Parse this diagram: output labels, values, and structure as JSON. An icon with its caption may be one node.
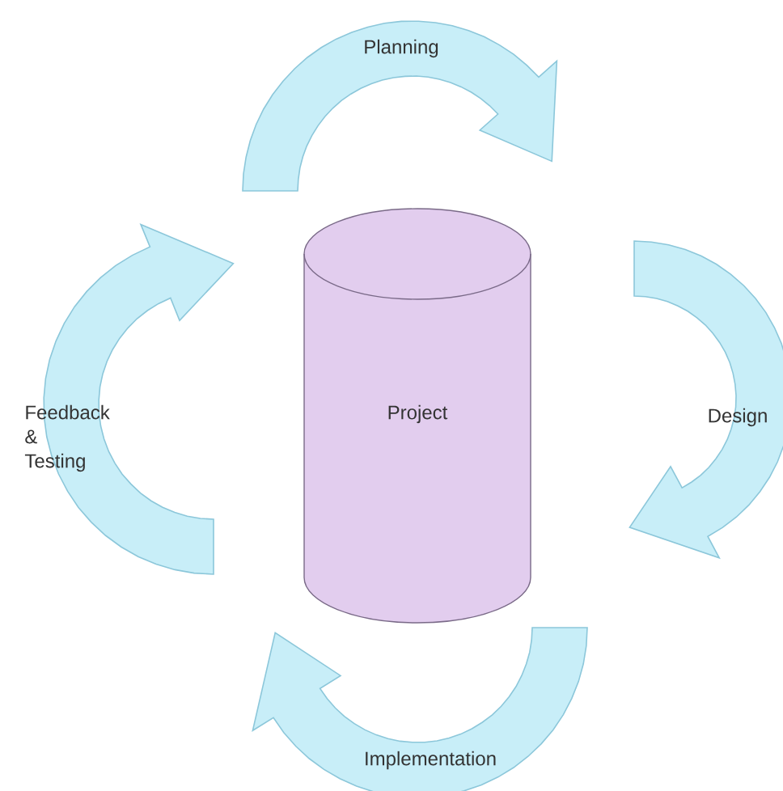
{
  "diagram": {
    "nodes": [
      {
        "text": [
          "Planning"
        ]
      },
      {
        "text": [
          "Design"
        ]
      },
      {
        "text": [
          "Implementation"
        ]
      },
      {
        "text": [
          "Feedback & Testing"
        ]
      },
      {
        "text": [
          "Project"
        ]
      }
    ]
  }
}
